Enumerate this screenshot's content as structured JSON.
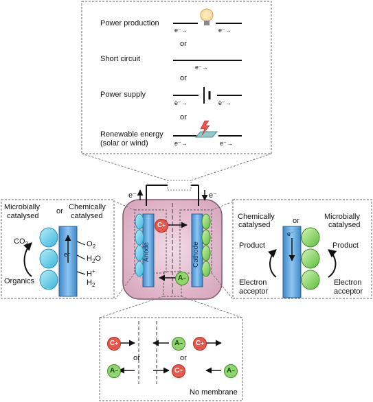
{
  "top_panel": {
    "power_production": "Power production",
    "short_circuit": "Short circuit",
    "power_supply": "Power supply",
    "renewable_energy_line1": "Renewable energy",
    "renewable_energy_line2": "(solar or wind)",
    "or": "or",
    "electron": "e⁻",
    "arrow": "→"
  },
  "cell": {
    "anode": "Anode",
    "cathode": "Cathode",
    "electron_left": "e⁻",
    "electron_right": "e⁻",
    "cation": "C",
    "anion": "A",
    "charge_plus": "+",
    "charge_minus": "−"
  },
  "left_panel": {
    "microbially": "Microbially",
    "catalysed": "catalysed",
    "or": "or",
    "chemically": "Chemically",
    "co2": "CO",
    "co2_sub": "2",
    "o2": "O",
    "o2_sub": "2",
    "h2o": "H",
    "h2o_sub": "2",
    "h2o_tail": "O",
    "hplus": "H",
    "hplus_sup": "+",
    "h2": "H",
    "h2_sub": "2",
    "organics": "Organics",
    "electron": "e⁻"
  },
  "right_panel": {
    "chemically": "Chemically",
    "catalysed": "catalysed",
    "or": "or",
    "microbially": "Microbially",
    "product": "Product",
    "electron": "Electron",
    "acceptor": "acceptor",
    "electron_arrow": "e⁻"
  },
  "bottom_panel": {
    "or": "or",
    "no_membrane": "No membrane",
    "cation": "C",
    "anion": "A",
    "plus": "+",
    "minus": "−"
  },
  "colors": {
    "cell_fill": "#e9c6d6",
    "cell_stroke": "#7a5a6a",
    "electrode_blue": "#5ba7e6",
    "bacteria_cyan": "#6fd0ea",
    "bacteria_green": "#8fd66e",
    "ion_red": "#e8574c",
    "ion_green": "#8fd66e"
  }
}
